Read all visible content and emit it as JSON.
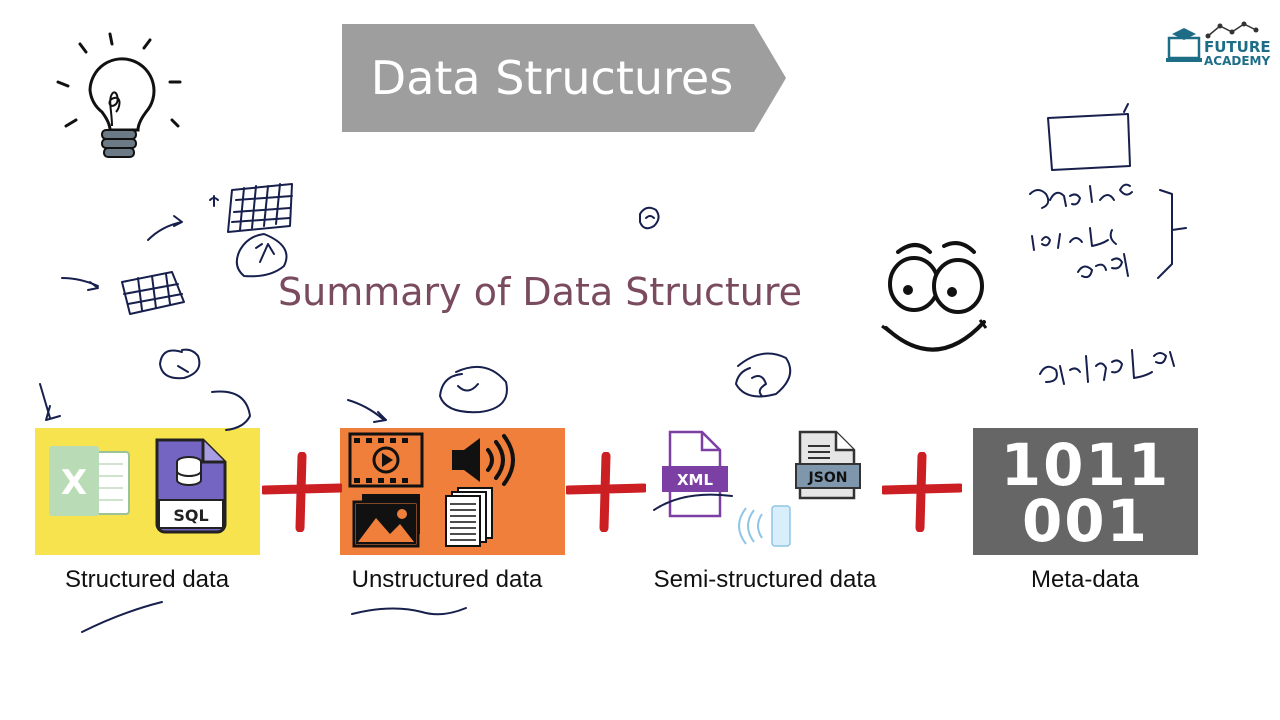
{
  "title": "Data Structures",
  "subtitle": "Summary of Data Structure",
  "logo": {
    "line1": "FUTURE",
    "line2": "ACADEMY"
  },
  "categories": [
    {
      "label": "Structured data",
      "color": "#f7e34e"
    },
    {
      "label": "Unstructured data",
      "color": "#f07f3c"
    },
    {
      "label": "Semi-structured data",
      "color": "#ffffff"
    },
    {
      "label": "Meta-data",
      "color": "#666666"
    }
  ],
  "icons": {
    "sql": "SQL",
    "xml": "XML",
    "json": "JSON"
  },
  "metadata_binary": {
    "line1": "1011",
    "line2": "001"
  },
  "colors": {
    "banner": "#9e9e9e",
    "plus": "#cc1f24",
    "subtitle": "#7a4a5e",
    "ink": "#17204d"
  }
}
